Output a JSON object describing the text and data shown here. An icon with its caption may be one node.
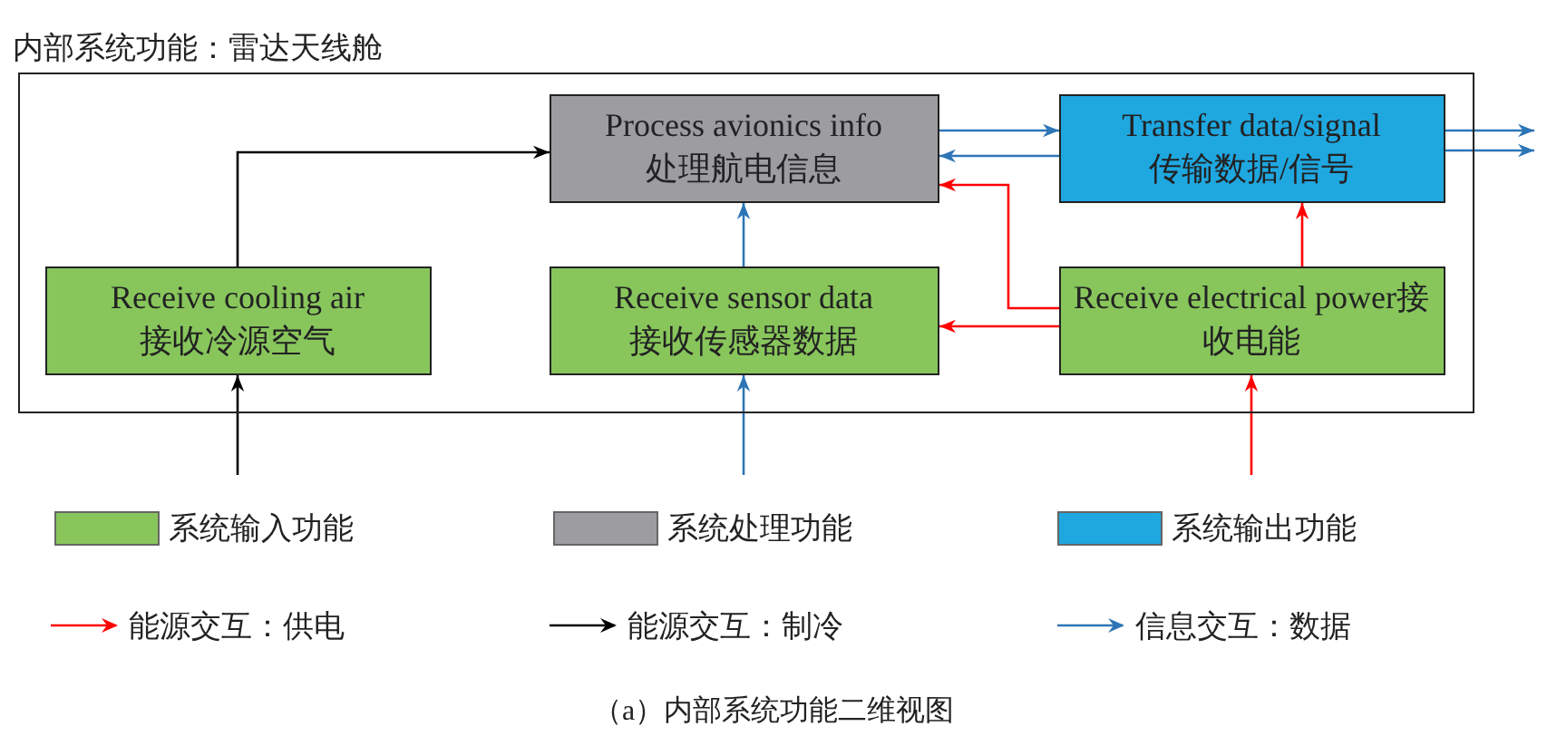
{
  "diagram": {
    "caption": "（a）内部系统功能二维视图",
    "nodes": [
      {
        "text": [
          "内部系统功能：雷达天线舱"
        ]
      },
      {
        "text": [
          "Process avionics info",
          "处理航电信息"
        ],
        "in": 0
      },
      {
        "text": [
          "Transfer data/signal",
          "传输数据/信号"
        ],
        "in": 0
      },
      {
        "text": [
          "Receive cooling air",
          "接收冷源空气"
        ],
        "in": 0
      },
      {
        "text": [
          "Receive sensor data",
          "接收传感器数据"
        ],
        "in": 0
      },
      {
        "text": [
          "Receive electrical power接收电能"
        ],
        "in": 0
      }
    ],
    "edges": [
      {
        "from": 1,
        "to": 2,
        "arrow": "to"
      },
      {
        "from": 2,
        "to": 1,
        "arrow": "to"
      },
      {
        "from": 2,
        "to": null,
        "arrow": "to"
      },
      {
        "from": 2,
        "to": null,
        "arrow": "to"
      },
      {
        "from": 3,
        "to": 1,
        "arrow": "to",
        "color": "#000000"
      },
      {
        "from": 4,
        "to": 1,
        "arrow": "to"
      },
      {
        "from": 5,
        "to": 1,
        "arrow": "to",
        "color": "#ff0000"
      },
      {
        "from": 5,
        "to": 4,
        "arrow": "to",
        "color": "#ff0000"
      },
      {
        "from": 5,
        "to": 2,
        "arrow": "to",
        "color": "#ff0000"
      },
      {
        "from": null,
        "to": 3,
        "arrow": "to",
        "color": "#000000"
      },
      {
        "from": null,
        "to": 4,
        "arrow": "to"
      },
      {
        "from": null,
        "to": 5,
        "arrow": "to",
        "color": "#ff0000"
      }
    ],
    "legend": [
      {
        "text": "系统输入功能",
        "color": "#88c65c"
      },
      {
        "text": "系统处理功能",
        "color": "#9d9ca1"
      },
      {
        "text": "系统输出功能",
        "color": "#1fa7e0"
      },
      {
        "text": "能源交互：供电"
      },
      {
        "text": "能源交互：制冷"
      },
      {
        "text": "信息交互：数据"
      }
    ]
  }
}
